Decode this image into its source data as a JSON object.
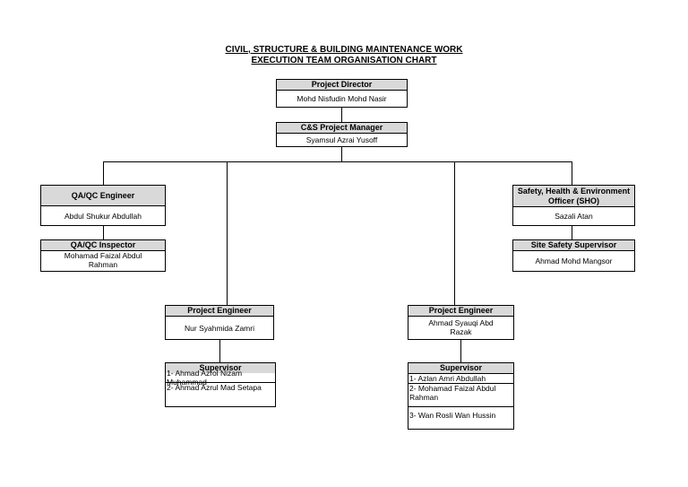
{
  "title": {
    "line1": "CIVIL, STRUCTURE & BUILDING MAINTENANCE WORK",
    "line2": "EXECUTION TEAM ORGANISATION CHART"
  },
  "director": {
    "role": "Project Director",
    "name": "Mohd Nisfudin Mohd Nasir"
  },
  "manager": {
    "role": "C&S Project Manager",
    "name": "Syamsul Azrai Yusoff"
  },
  "qa_engineer": {
    "role": "QA/QC Engineer",
    "name": "Abdul Shukur Abdullah"
  },
  "qa_inspector": {
    "role": "QA/QC Inspector",
    "name": "Mohamad Faizal Abdul Rahman"
  },
  "sho": {
    "role": "Safety, Health & Environment Officer (SHO)",
    "name": "Sazali Atan"
  },
  "site_safety": {
    "role": "Site Safety Supervisor",
    "name": "Ahmad Mohd Mangsor"
  },
  "pe1": {
    "role": "Project Engineer",
    "name": "Nur Syahmida Zamri"
  },
  "pe2": {
    "role": "Project Engineer",
    "name": "Ahmad Syauqi Abd Razak"
  },
  "sup1": {
    "role": "Supervisor",
    "members": [
      "1- Ahmad Azrol Nizam Muhammad",
      "2- Ahmad Azrul Mad Setapa"
    ]
  },
  "sup2": {
    "role": "Supervisor",
    "members": [
      "1- Azlan Amri Abdullah",
      "2- Mohamad Faizal Abdul Rahman",
      "3- Wan Rosli Wan Hussin"
    ]
  }
}
